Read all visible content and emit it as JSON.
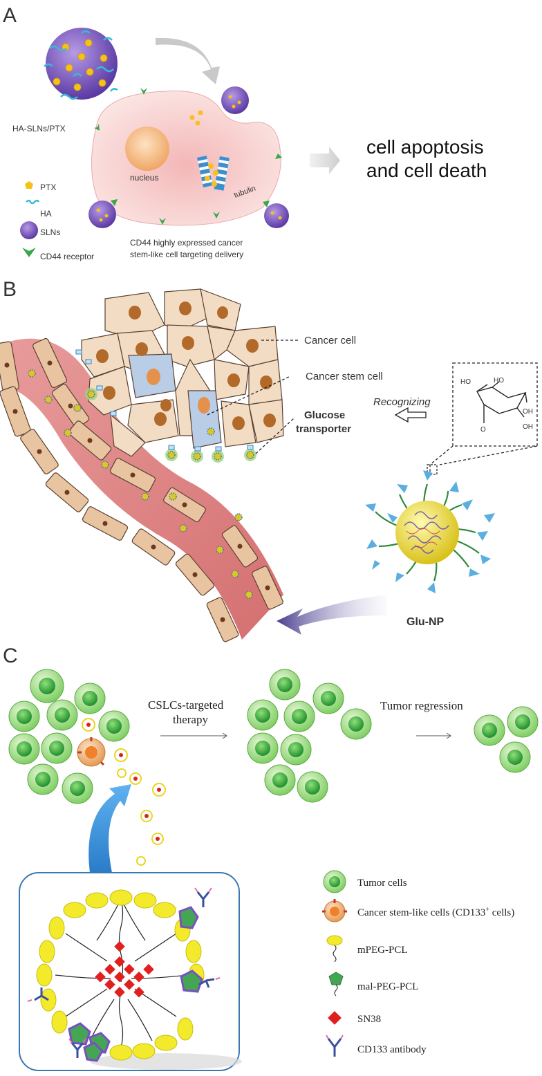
{
  "panel_a": {
    "label": "A",
    "title_particle": "HA-SLNs/PTX",
    "nucleus": "nucleus",
    "tubulin": "tubulin",
    "outcome_line1": "cell apoptosis",
    "outcome_line2": "and cell death",
    "caption_line1": "CD44 highly expressed cancer",
    "caption_line2": "stem-like cell targeting delivery",
    "legend": [
      "PTX",
      "HA",
      "SLNs",
      "CD44 receptor"
    ],
    "colors": {
      "ptx": "#f5c21a",
      "ha": "#39b8d8",
      "sln": "#7b5cc0",
      "cd44": "#3aa64a",
      "cell": "#f6c9c9"
    }
  },
  "panel_b": {
    "label": "B",
    "cancer_cell": "Cancer cell",
    "cancer_stem_cell": "Cancer stem cell",
    "recognizing": "Recognizing",
    "transporter_line1": "Glucose",
    "transporter_line2": "transporter",
    "nanoparticle": "Glu-NP",
    "chem": {
      "ho1": "HO",
      "ho2": "HO",
      "oh1": "OH",
      "oh2": "OH",
      "o": "O"
    },
    "colors": {
      "vessel": "#d97b7b",
      "endothelium": "#e8c4a0",
      "tumor": "#f3dcc4",
      "stem": "#b9cde6",
      "np": "#f4e030"
    }
  },
  "panel_c": {
    "label": "C",
    "step1_line1": "CSLCs-targeted",
    "step1_line2": "therapy",
    "step2": "Tumor regression",
    "legend": [
      "Tumor cells",
      "Cancer stem-like cells (CD133",
      "mPEG-PCL",
      "mal-PEG-PCL",
      "SN38",
      "CD133 antibody"
    ],
    "cd133_sup": "+",
    "cd133_tail": " cells)",
    "colors": {
      "tumor": "#4cbf45",
      "stem": "#f08a28",
      "peg": "#f2ea2a",
      "mal": "#44a654",
      "sn38": "#e0201e",
      "ab": "#3a4fa0"
    }
  }
}
